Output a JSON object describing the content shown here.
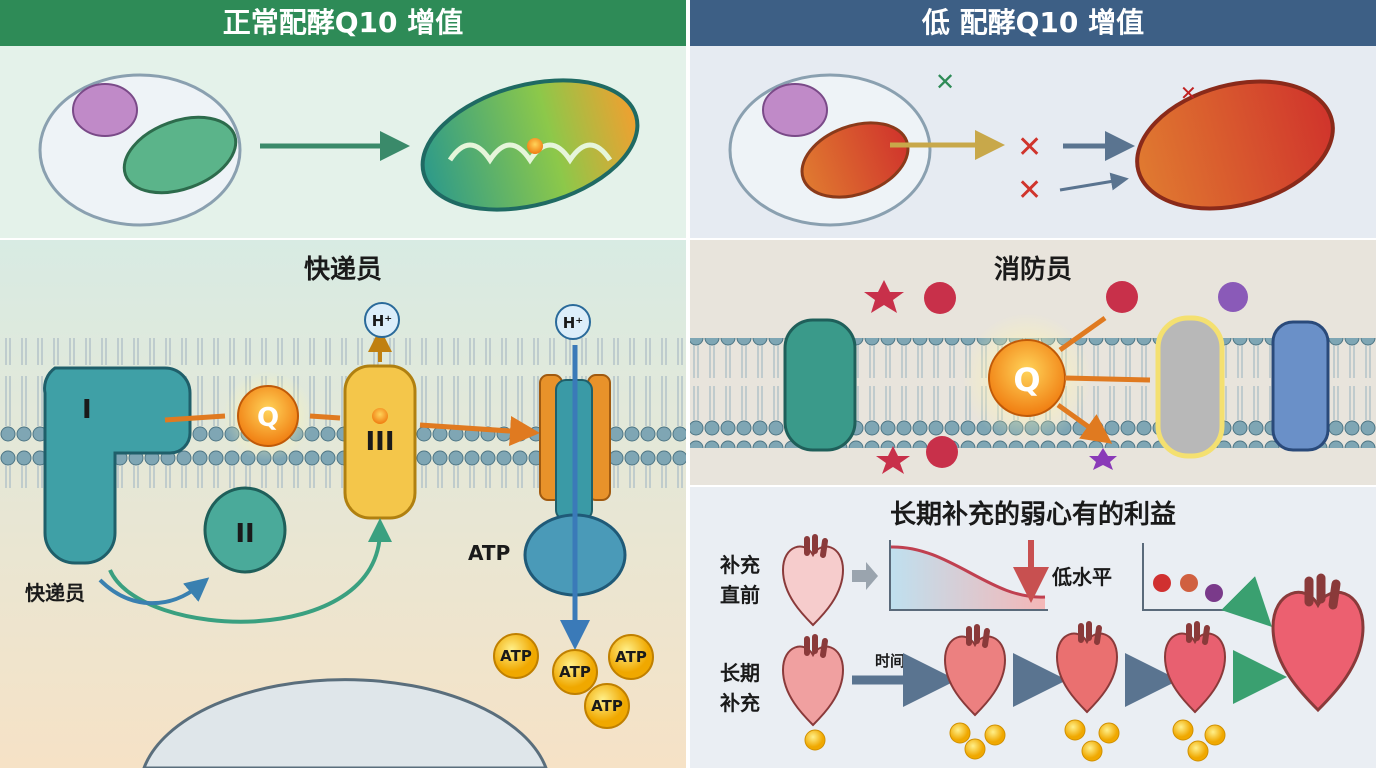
{
  "left_header": {
    "title": "正常配酵Q10 增值",
    "color": "#2e8b57"
  },
  "right_header": {
    "title": "低 配酵Q10 增值",
    "color": "#3d5f85"
  },
  "courier_panel": {
    "title": "快递员",
    "side_label": "快递员",
    "complexes": [
      "I",
      "II",
      "III"
    ],
    "q_label": "Q",
    "proton_labels": [
      "H⁺",
      "H⁺"
    ],
    "atp_label": "ATP",
    "atp_molecules": [
      "ATP",
      "ATP",
      "ATP",
      "ATP"
    ]
  },
  "firefighter_panel": {
    "title": "消防员",
    "q_label": "Q"
  },
  "benefits_panel": {
    "title": "长期补充的弱心有的利益",
    "row1_label": [
      "补充",
      "直前"
    ],
    "low_level_label": "低水平",
    "row2_label": [
      "长期",
      "补充"
    ],
    "time_label": "时间"
  }
}
